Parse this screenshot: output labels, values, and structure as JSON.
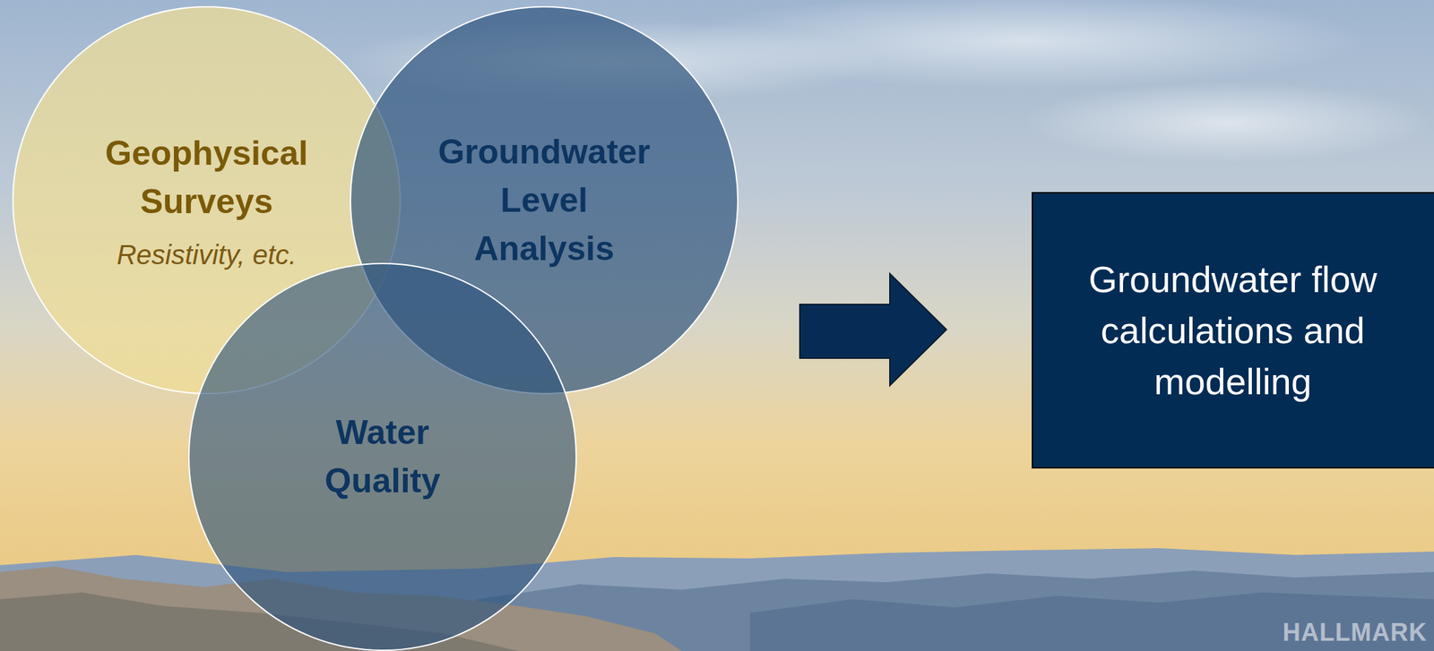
{
  "diagram": {
    "nodes": [
      {
        "text": [
          "Geophysical Surveys",
          "Resistivity, etc."
        ]
      },
      {
        "text": [
          "Groundwater Level Analysis"
        ]
      },
      {
        "text": [
          "Water Quality"
        ]
      },
      {
        "text": [
          "Groundwater flow calculations and modelling"
        ]
      }
    ],
    "labels": [
      "HALLMARK"
    ]
  }
}
